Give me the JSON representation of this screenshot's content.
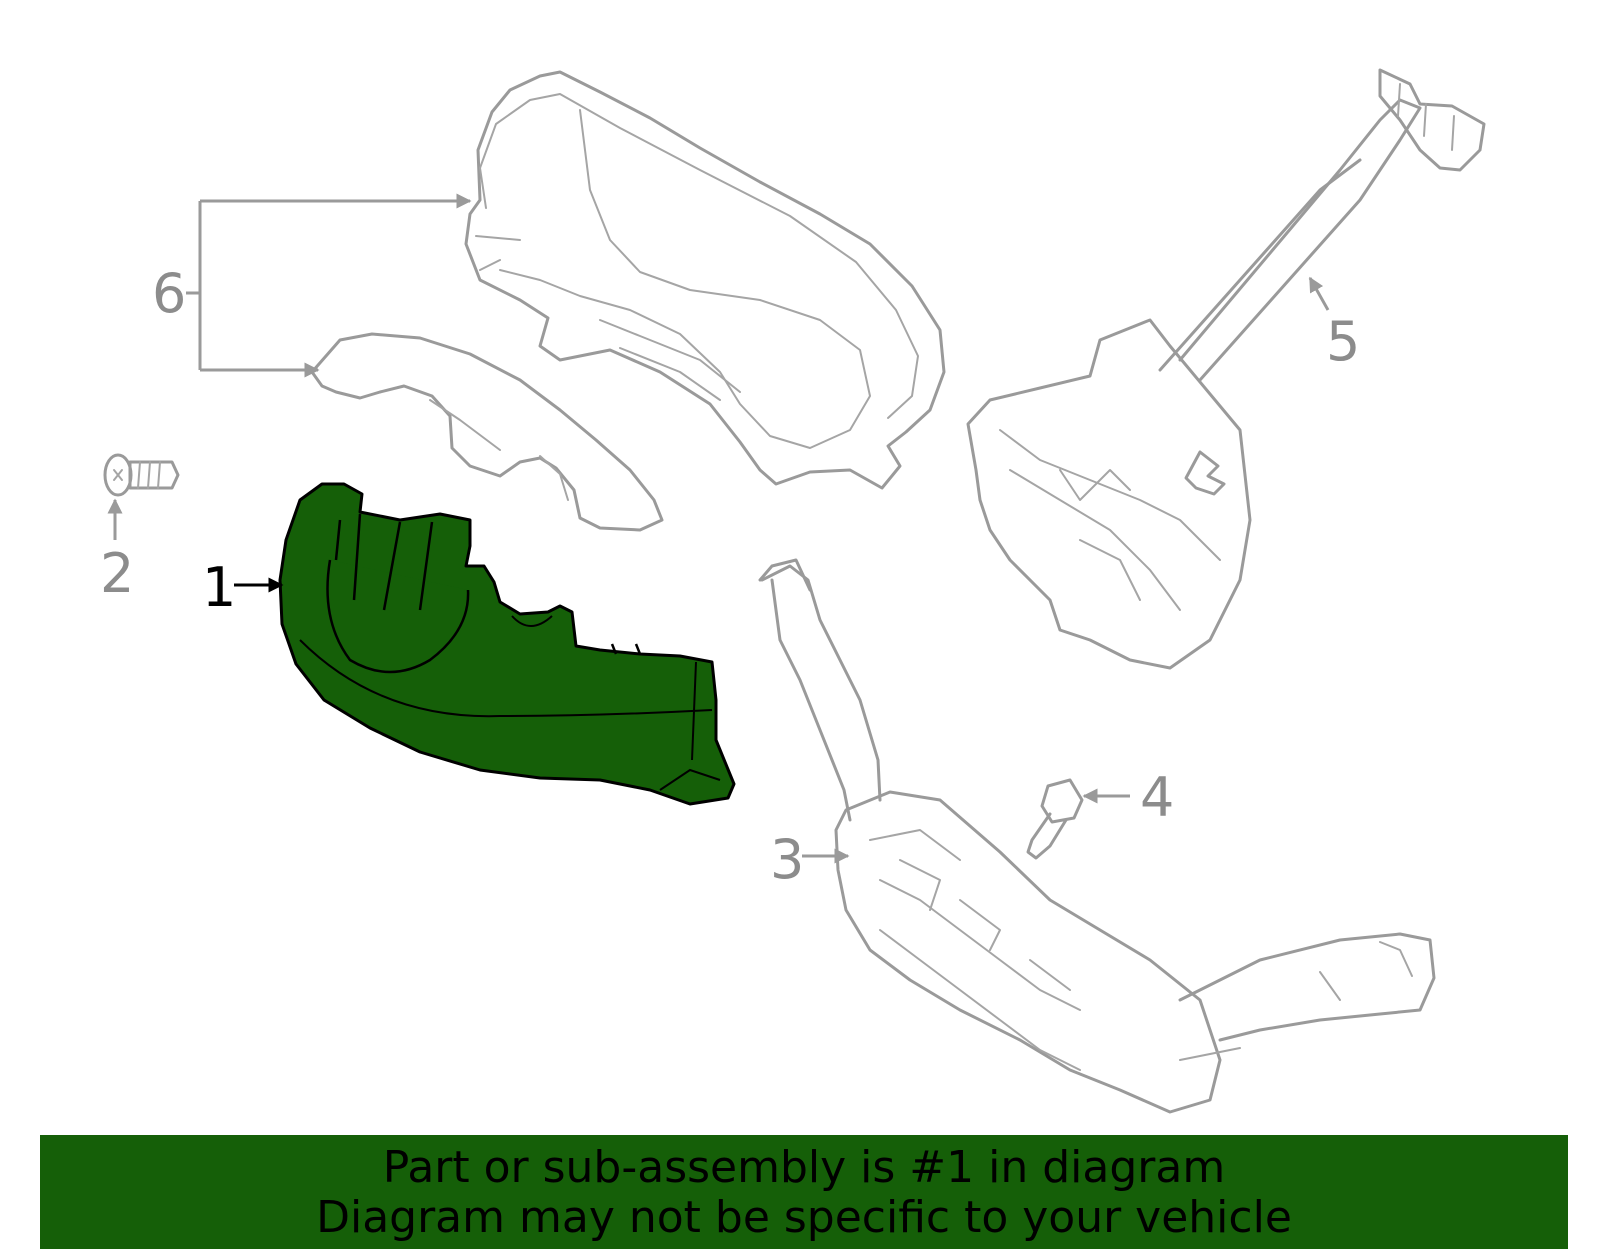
{
  "diagram": {
    "callouts": [
      {
        "id": "1",
        "label": "1",
        "highlighted": true
      },
      {
        "id": "2",
        "label": "2",
        "highlighted": false
      },
      {
        "id": "3",
        "label": "3",
        "highlighted": false
      },
      {
        "id": "4",
        "label": "4",
        "highlighted": false
      },
      {
        "id": "5",
        "label": "5",
        "highlighted": false
      },
      {
        "id": "6",
        "label": "6",
        "highlighted": false
      }
    ],
    "highlight_color": "#155f08",
    "line_color": "#9a9a9a"
  },
  "banner": {
    "line1": "Part or sub-assembly is #1 in diagram",
    "line2": "Diagram may not be specific to your vehicle",
    "color": "#155f08"
  }
}
